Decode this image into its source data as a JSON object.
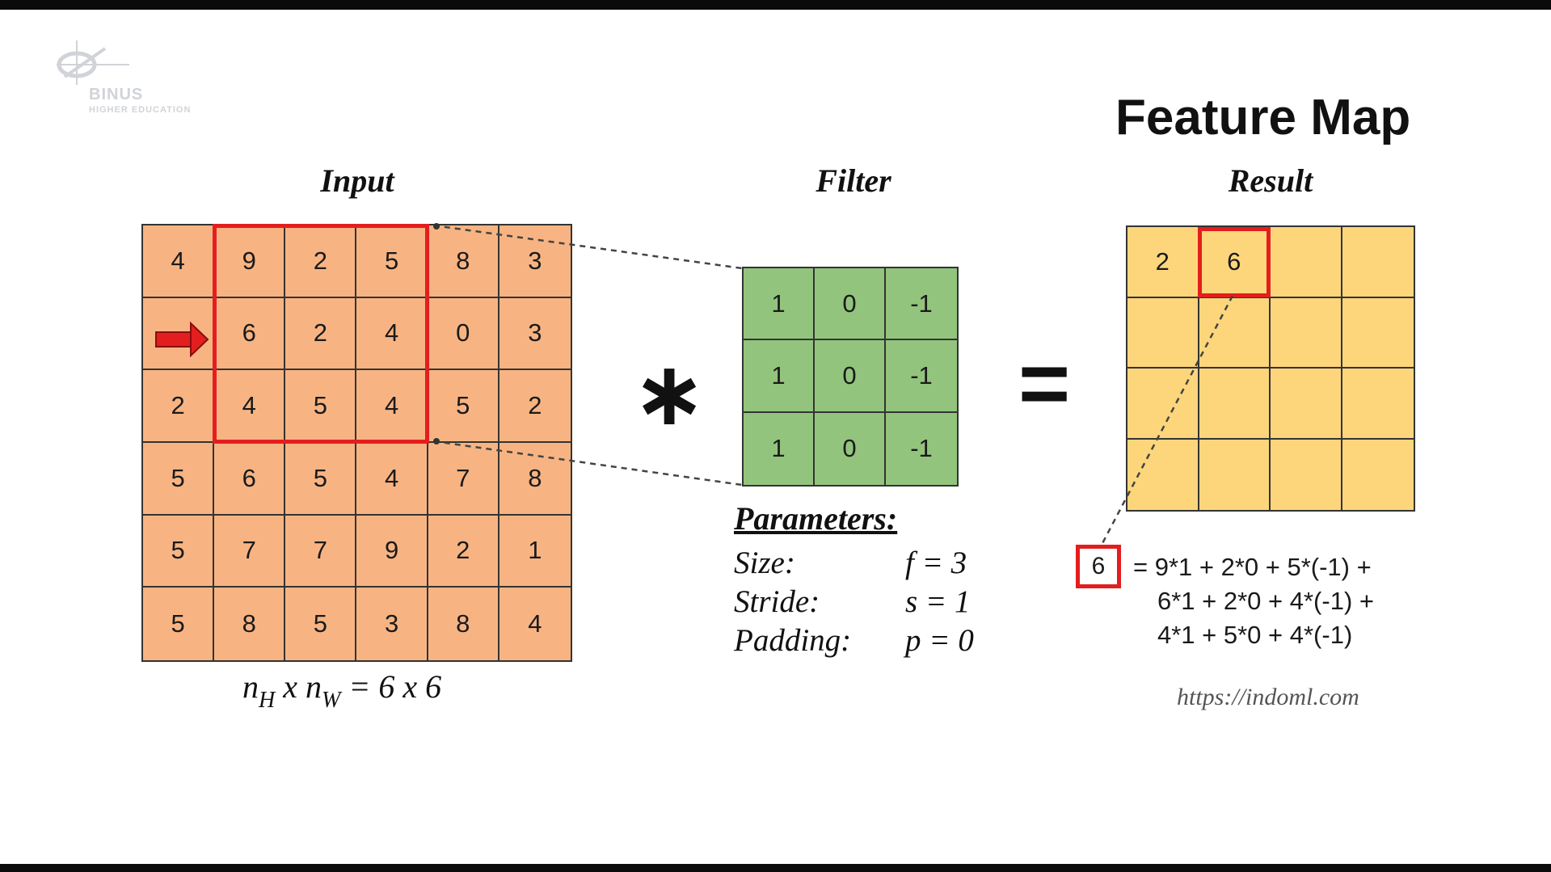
{
  "logo": {
    "name": "BINUS",
    "subtitle": "HIGHER EDUCATION"
  },
  "title": "Feature Map",
  "labels": {
    "input": "Input",
    "filter": "Filter",
    "result": "Result"
  },
  "input_matrix": [
    [
      "4",
      "9",
      "2",
      "5",
      "8",
      "3"
    ],
    [
      "",
      "6",
      "2",
      "4",
      "0",
      "3"
    ],
    [
      "2",
      "4",
      "5",
      "4",
      "5",
      "2"
    ],
    [
      "5",
      "6",
      "5",
      "4",
      "7",
      "8"
    ],
    [
      "5",
      "7",
      "7",
      "9",
      "2",
      "1"
    ],
    [
      "5",
      "8",
      "5",
      "3",
      "8",
      "4"
    ]
  ],
  "filter_matrix": [
    [
      "1",
      "0",
      "-1"
    ],
    [
      "1",
      "0",
      "-1"
    ],
    [
      "1",
      "0",
      "-1"
    ]
  ],
  "result_matrix": [
    [
      "2",
      "6",
      "",
      ""
    ],
    [
      "",
      "",
      "",
      ""
    ],
    [
      "",
      "",
      "",
      ""
    ],
    [
      "",
      "",
      "",
      ""
    ]
  ],
  "operators": {
    "convolve": "∗",
    "equals": "="
  },
  "dimensions": {
    "n": "n",
    "h": "H",
    "x": " x ",
    "w": "W",
    "rest": " =  6 x 6"
  },
  "parameters": {
    "title": "Parameters:",
    "size": {
      "name": "Size:",
      "value": "f = 3"
    },
    "stride": {
      "name": "Stride:",
      "value": "s = 1"
    },
    "padding": {
      "name": "Padding:",
      "value": "p = 0"
    }
  },
  "calculation": {
    "result": "6",
    "line1": "= 9*1 + 2*0 + 5*(-1) +",
    "line2": "6*1 + 2*0 + 4*(-1) +",
    "line3": "4*1 + 5*0 + 4*(-1)"
  },
  "url": "https://indoml.com",
  "colors": {
    "input_cell": "#f7b482",
    "filter_cell": "#93c47d",
    "result_cell": "#fdd67b",
    "highlight": "#e31e1e"
  }
}
